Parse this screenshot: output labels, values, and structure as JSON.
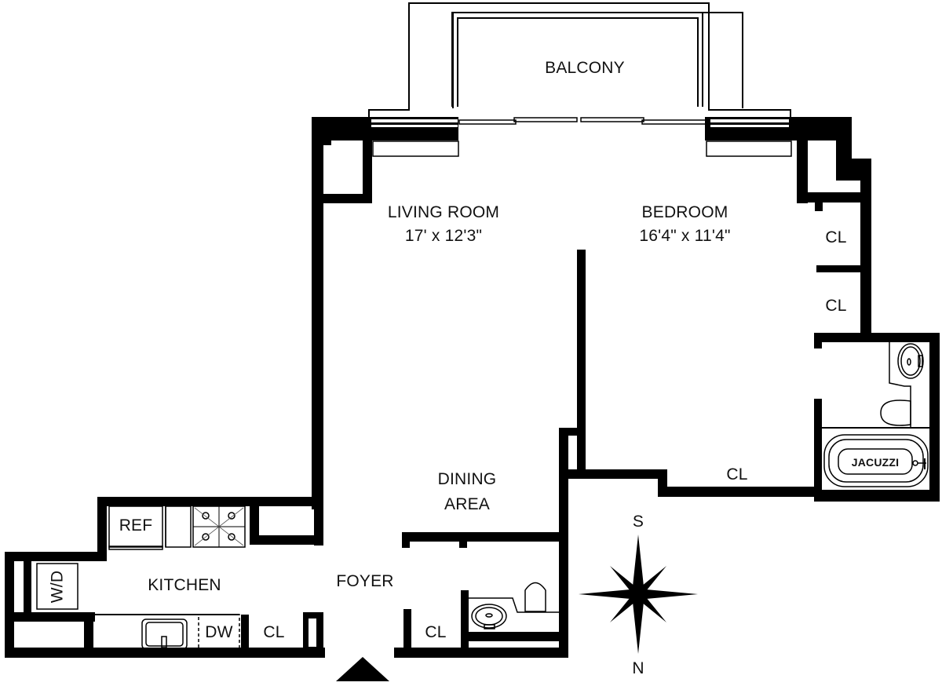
{
  "floorplan": {
    "rooms": {
      "balcony": {
        "label": "BALCONY"
      },
      "living_room": {
        "label": "LIVING ROOM",
        "dimensions": "17' x 12'3\""
      },
      "bedroom": {
        "label": "BEDROOM",
        "dimensions": "16'4\" x 11'4\""
      },
      "dining_area": {
        "line1": "DINING",
        "line2": "AREA"
      },
      "kitchen": {
        "label": "KITCHEN"
      },
      "foyer": {
        "label": "FOYER"
      }
    },
    "closets": {
      "bedroom_closet_upper": "CL",
      "bedroom_closet_lower": "CL",
      "bedroom_closet_bottom": "CL",
      "kitchen_closet": "CL",
      "foyer_closet": "CL"
    },
    "fixtures": {
      "refrigerator": "REF",
      "washer_dryer": "W/D",
      "dishwasher": "DW",
      "jacuzzi": "JACUZZI"
    },
    "compass": {
      "top": "S",
      "bottom": "N"
    },
    "entry_marker": "entrance-arrow-icon",
    "colors": {
      "wall": "#000000",
      "background": "#ffffff"
    }
  }
}
